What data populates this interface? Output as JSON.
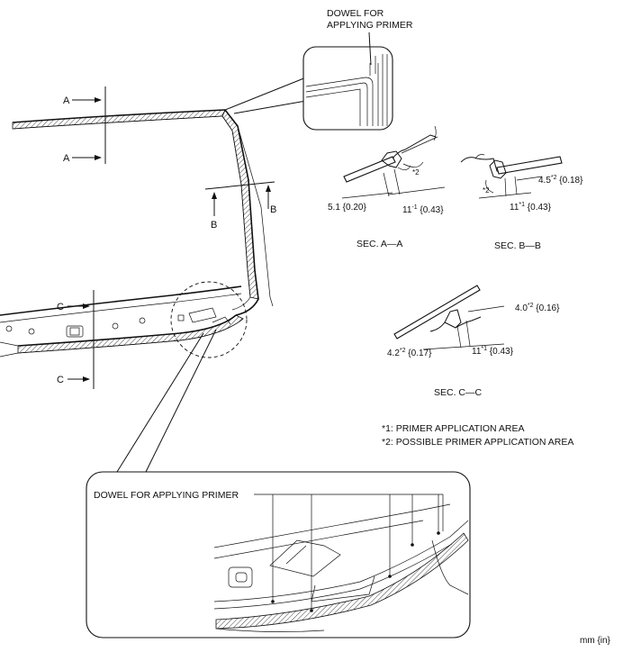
{
  "labels": {
    "dowel_top_line1": "DOWEL FOR",
    "dowel_top_line2": "APPLYING PRIMER",
    "dowel_bottom": "DOWEL FOR APPLYING PRIMER",
    "sec_aa": "SEC. A—A",
    "sec_bb": "SEC. B—B",
    "sec_cc": "SEC. C—C",
    "note1": "*1:  PRIMER APPLICATION AREA",
    "note2": "*2:  POSSIBLE PRIMER APPLICATION AREA",
    "units": "mm {in}"
  },
  "section_markers": {
    "a_top": "A",
    "a_bottom": "A",
    "b_left": "B",
    "b_right": "B",
    "c_top": "C",
    "c_bottom": "C"
  },
  "dimensions": {
    "aa_left_value": "5.1 {0.20}",
    "aa_bottom_base": "11",
    "aa_bottom_sup": "-1",
    "aa_bottom_in": " {0.43}",
    "aa_angle_mark": "*2",
    "bb_right_base": "4.5",
    "bb_right_sup": "*2",
    "bb_right_in": " {0.18}",
    "bb_bottom_base": "11",
    "bb_bottom_sup": "*1",
    "bb_bottom_in": " {0.43}",
    "bb_angle_mark": "*2",
    "cc_top_base": "4.0",
    "cc_top_sup": "*2",
    "cc_top_in": " {0.16}",
    "cc_left_base": "4.2",
    "cc_left_sup": "*2",
    "cc_left_in": " {0.17}",
    "cc_bottom_base": "11",
    "cc_bottom_sup": "*1",
    "cc_bottom_in": " {0.43}"
  }
}
